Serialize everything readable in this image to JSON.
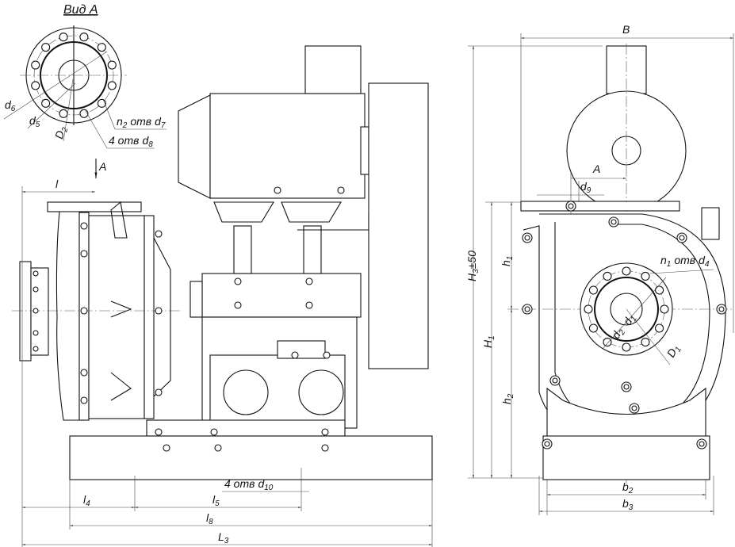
{
  "view_a": {
    "title": "Вид А",
    "d6": {
      "m": "d",
      "s": "6"
    },
    "d5": {
      "m": "d",
      "s": "5"
    },
    "D2": {
      "m": "D",
      "s": "2"
    },
    "n2": {
      "m": "n",
      "s": "2"
    },
    "otv1": "отв",
    "d7": {
      "m": "d",
      "s": "7"
    },
    "four1": "4 отв",
    "d8": {
      "m": "d",
      "s": "8"
    }
  },
  "side_view": {
    "arrow_a": "A",
    "l": "l",
    "four2": "4 отв",
    "d10": {
      "m": "d",
      "s": "10"
    },
    "l4": {
      "m": "l",
      "s": "4"
    },
    "l5": {
      "m": "l",
      "s": "5"
    },
    "l8": {
      "m": "l",
      "s": "8"
    },
    "L3": {
      "m": "L",
      "s": "3"
    }
  },
  "front_view": {
    "B": "B",
    "A": "A",
    "d9": {
      "m": "d",
      "s": "9"
    },
    "h1": {
      "m": "h",
      "s": "1"
    },
    "H3": {
      "m": "H",
      "s": "3",
      "tol": "±50"
    },
    "n1": {
      "m": "n",
      "s": "1"
    },
    "otv2": "отв",
    "d4": {
      "m": "d",
      "s": "4"
    },
    "H1": {
      "m": "H",
      "s": "1"
    },
    "d2": {
      "m": "d",
      "s": "2"
    },
    "d1": {
      "m": "d",
      "s": "1"
    },
    "D1": {
      "m": "D",
      "s": "1"
    },
    "h2": {
      "m": "h",
      "s": "2"
    },
    "b2": {
      "m": "b",
      "s": "2"
    },
    "b3": {
      "m": "b",
      "s": "3"
    }
  }
}
